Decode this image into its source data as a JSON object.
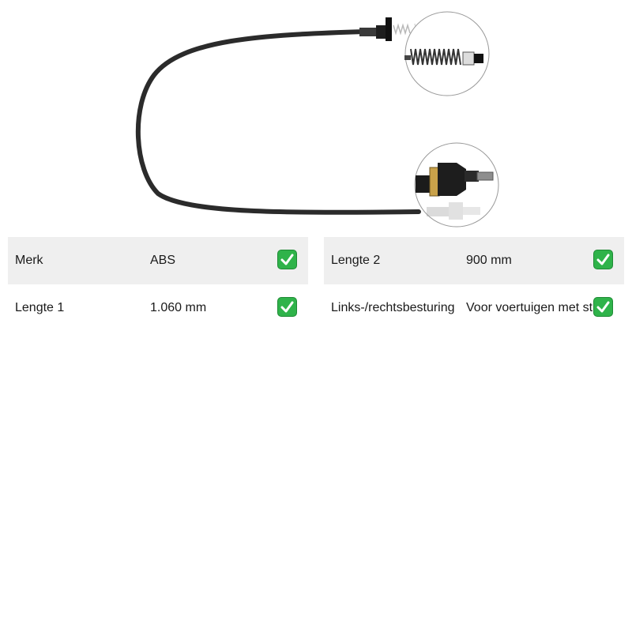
{
  "product": {
    "image_description_icon": "brake-cable-icon"
  },
  "specs": {
    "left": [
      {
        "label": "Merk",
        "value": "ABS",
        "check_icon": "check-icon"
      },
      {
        "label": "Lengte 1",
        "value": "1.060 mm",
        "check_icon": "check-icon"
      }
    ],
    "right": [
      {
        "label": "Lengte 2",
        "value": "900 mm",
        "check_icon": "check-icon"
      },
      {
        "label": "Links-/rechtsbesturing",
        "value": "Voor voertuigen met stuur",
        "check_icon": "check-icon"
      }
    ]
  },
  "colors": {
    "row_shade": "#efefef",
    "check_green": "#2fb34a",
    "cable": "#2b2b2b"
  }
}
